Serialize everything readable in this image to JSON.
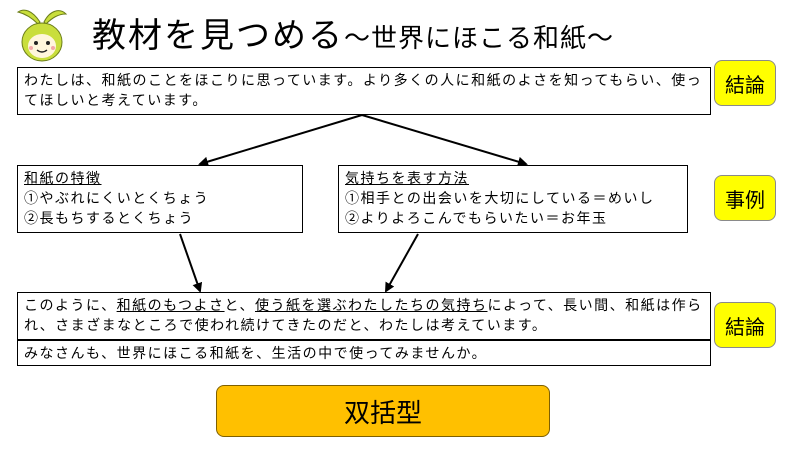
{
  "title": {
    "main": "教材を見つめる",
    "sub": "〜世界にほこる和紙〜"
  },
  "boxes": {
    "top": "わたしは、和紙のことをほこりに思っています。より多くの人に和紙のよさを知ってもらい、使ってほしいと考えています。",
    "left": {
      "heading": "和紙の特徴",
      "lines": [
        "①やぶれにくいとくちょう",
        "②長もちするとくちょう"
      ]
    },
    "right": {
      "heading": "気持ちを表す方法",
      "lines": [
        "①相手との出会いを大切にしている＝めいし",
        "②よりよろこんでもらいたい＝お年玉"
      ]
    },
    "bottom": {
      "p1": "このように、",
      "p2": "和紙のもつよさ",
      "p3": "と、",
      "p4": "使う紙を選ぶわたしたちの気持ち",
      "p5": "によって、長い間、和紙は作られ、さまざまなところで使われ続けてきたのだと、わたしは考えています。"
    },
    "bottom2": "みなさんも、世界にほこる和紙を、生活の中で使ってみませんか。"
  },
  "tags": {
    "conclusion1": "結論",
    "example": "事例",
    "conclusion2": "結論"
  },
  "footer": "双括型",
  "colors": {
    "tag": "#ffff00",
    "footer": "#ffc000",
    "mascot_body": "#c9de3c"
  }
}
